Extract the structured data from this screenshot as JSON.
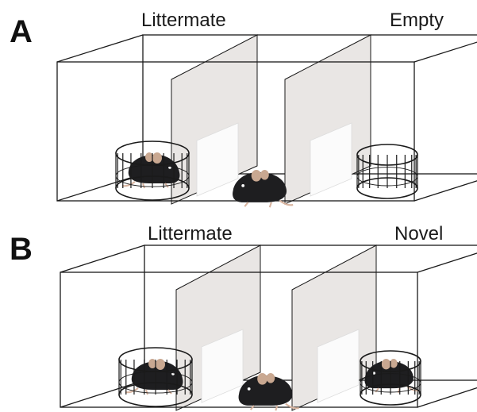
{
  "panels": [
    {
      "letter": "A",
      "left_label": "Littermate",
      "right_label": "Empty",
      "left_cup": "cup-with-mouse",
      "right_cup": "empty-cup",
      "center": "test-mouse"
    },
    {
      "letter": "B",
      "left_label": "Littermate",
      "right_label": "Novel",
      "left_cup": "cup-with-mouse",
      "right_cup": "cup-with-mouse",
      "center": "test-mouse"
    }
  ],
  "colors": {
    "outline": "#1a1a1a",
    "divider_fill": "#e9e6e4",
    "door_fill": "#fbfbfb",
    "mouse_body": "#1e1e20",
    "mouse_ear": "#c9a891",
    "mouse_paw": "#d9b5a0",
    "novel_mouse_body": "#5a5452"
  }
}
